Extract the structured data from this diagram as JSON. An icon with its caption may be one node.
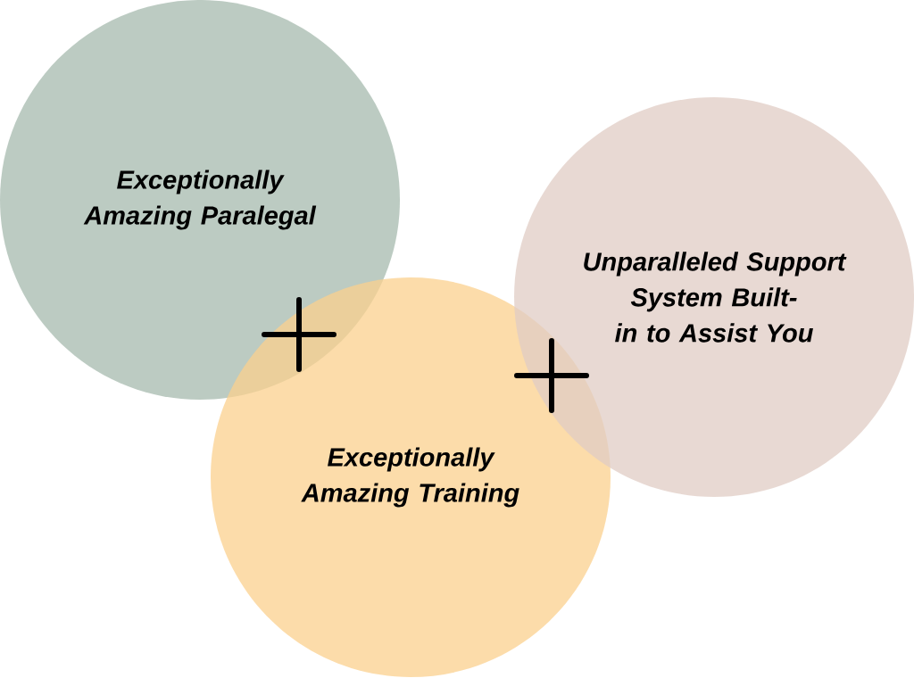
{
  "diagram": {
    "nodes": [
      {
        "text": [
          "Exceptionally Amazing Paralegal"
        ]
      },
      {
        "text": [
          "Exceptionally Amazing Training"
        ]
      },
      {
        "text": [
          "Unparalleled Support System Built-in to Assist You"
        ]
      }
    ]
  }
}
